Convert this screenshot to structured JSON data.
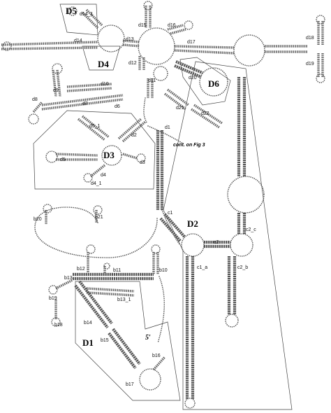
{
  "figure": {
    "domain_labels": [
      "D1",
      "D2",
      "D3",
      "D4",
      "D5",
      "D6"
    ],
    "helix_labels": {
      "d": [
        "d1",
        "d2",
        "d3",
        "d4",
        "d4_1",
        "d5",
        "d5_1",
        "d6",
        "d7",
        "d8",
        "d9",
        "d10",
        "d11",
        "d12",
        "d13",
        "d14",
        "d14_1",
        "d15",
        "d16",
        "d17",
        "d18",
        "d19",
        "d20",
        "d21",
        "d22"
      ],
      "c": [
        "c1",
        "c1_a",
        "c2",
        "c2_b",
        "c2_c"
      ],
      "b": [
        "b10",
        "b11",
        "b12",
        "b13",
        "b13_1",
        "b14",
        "b15",
        "b16",
        "b17",
        "b18",
        "b19",
        "b20",
        "b21"
      ]
    },
    "annotation": "cont. on Fig 3",
    "five_prime_label": "5′"
  }
}
